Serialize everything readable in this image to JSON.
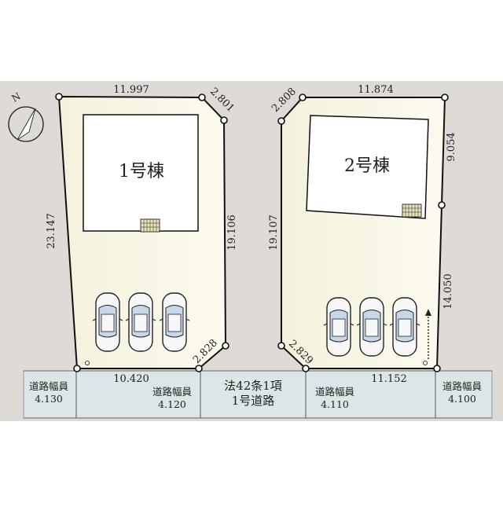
{
  "compass": {
    "label": "N"
  },
  "lot1": {
    "building_label": "1号棟",
    "dims": {
      "top": "11.997",
      "corner_top": "2.801",
      "left": "23.147",
      "right": "19.106",
      "corner_bottom": "2.828",
      "bottom": "10.420"
    }
  },
  "lot2": {
    "building_label": "2号棟",
    "dims": {
      "top": "11.874",
      "corner_top": "2.808",
      "left": "19.107",
      "right_upper": "9.054",
      "right_lower": "14.050",
      "corner_bottom": "2.829",
      "bottom": "11.152"
    }
  },
  "road": {
    "width_label": "道路幅員",
    "widths": [
      "4.130",
      "4.120",
      "4.110",
      "4.100"
    ],
    "center_label_line1": "法42条1項",
    "center_label_line2": "1号道路"
  }
}
